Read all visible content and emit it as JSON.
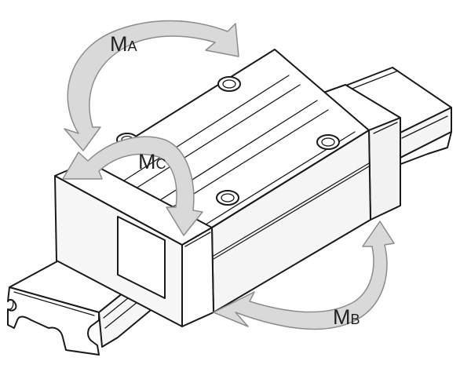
{
  "diagram": {
    "moment_labels": {
      "ma": {
        "main": "M",
        "sub": "A"
      },
      "mb": {
        "main": "M",
        "sub": "B"
      },
      "mc": {
        "main": "M",
        "sub": "C"
      }
    },
    "colors": {
      "outline": "#1a1a1a",
      "arrow_fill": "#d9d9d9",
      "arrow_stroke": "#8c8c8c",
      "surface_light": "#ffffff",
      "surface_shade": "#f2f2f2"
    },
    "icons": [
      "rotation-arrow-icon",
      "mounting-hole-icon"
    ]
  }
}
